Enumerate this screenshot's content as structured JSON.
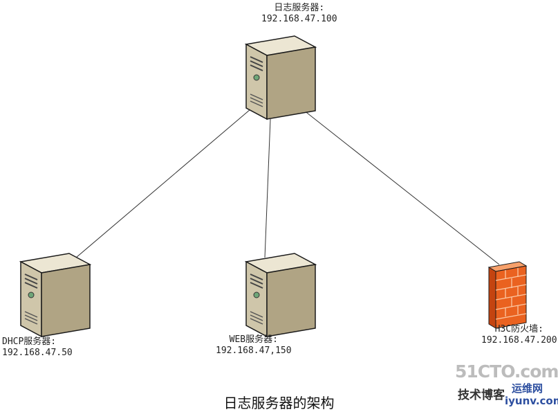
{
  "nodes": [
    {
      "id": "log-server",
      "kind": "server",
      "name": "日志服务器:",
      "ip": "192.168.47.100"
    },
    {
      "id": "dhcp-server",
      "kind": "server",
      "name": "DHCP服务器:",
      "ip": "192.168.47.50"
    },
    {
      "id": "web-server",
      "kind": "server",
      "name": "WEB服务器:",
      "ip": "192.168.47,150"
    },
    {
      "id": "firewall",
      "kind": "firewall",
      "name": "H3C防火墙:",
      "ip": "192.168.47.200"
    }
  ],
  "edges": [
    {
      "from": "log-server",
      "to": "dhcp-server"
    },
    {
      "from": "log-server",
      "to": "web-server"
    },
    {
      "from": "log-server",
      "to": "firewall"
    }
  ],
  "caption": "日志服务器的架构",
  "watermark": {
    "site": "51CTO.com",
    "line1": "技术博客",
    "line2": "运维网",
    "line3": "iyunv.com"
  },
  "colors": {
    "server_front": "#ccc3a6",
    "server_side": "#ab9f80",
    "firewall": "#e85a1e",
    "line": "#333333"
  }
}
